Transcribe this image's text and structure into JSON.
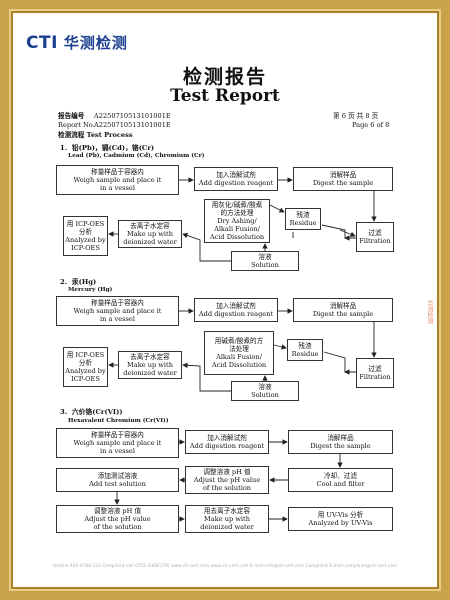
{
  "header": {
    "logo_text": "CTI",
    "logo_cn": "华测检测",
    "title_cn": "检测报告",
    "title_en": "Test Report"
  },
  "meta": {
    "report_no_cn_label": "报告编号",
    "report_no_en_label": "Report No.",
    "report_no_value": "A2250710513101001E",
    "page_cn": "第 6 页    共 8 页",
    "page_en": "Page 6 of 8",
    "process_label": "检测流程 Test Process"
  },
  "sections": [
    {
      "num": "1.",
      "title": "铅(Pb)，镉(Cd)，铬(Cr)",
      "subtitle": "Lead (Pb), Cadmium (Cd), Chromium (Cr)"
    },
    {
      "num": "2.",
      "title": "汞(Hg)",
      "subtitle": "Mercury (Hg)"
    },
    {
      "num": "3.",
      "title": "六价铬(Cr(VI))",
      "subtitle": "Hexavalent Chromium (Cr(VI))"
    }
  ],
  "flow1": {
    "weigh": [
      "称量样品于容器内",
      "Weigh sample and place it",
      "in a vessel"
    ],
    "digest_reagent": [
      "加入消解试剂",
      "Add digestion reagent"
    ],
    "digest": [
      "消解样品",
      "Digest the sample"
    ],
    "ashing": [
      "用灰化/碱煮/酸煮",
      "的方法处理",
      "Dry Ashing/",
      "Alkali Fusion/",
      "Acid Dissolution"
    ],
    "residue": [
      "残渣",
      "Residue"
    ],
    "filtration": [
      "过滤",
      "Filtration"
    ],
    "solution": [
      "溶液",
      "Solution"
    ],
    "makeup": [
      "去离子水定容",
      "Make up with",
      "deionized water"
    ],
    "icp": [
      "用 ICP-OES",
      "分析",
      "Analyzed by",
      "ICP-OES"
    ]
  },
  "flow2": {
    "weigh": [
      "称量样品于容器内",
      "Weigh sample and place it",
      "in a vessel"
    ],
    "digest_reagent": [
      "加入消解试剂",
      "Add digestion reagent"
    ],
    "digest": [
      "消解样品",
      "Digest the sample"
    ],
    "ashing": [
      "用碱煮/酸煮的方",
      "法处理",
      "Alkali Fusion/",
      "Acid Dissolution"
    ],
    "residue": [
      "残渣",
      "Residue"
    ],
    "filtration": [
      "过滤",
      "Filtration"
    ],
    "solution": [
      "溶液",
      "Solution"
    ],
    "makeup": [
      "去离子水定容",
      "Make up with",
      "deionized water"
    ],
    "icp": [
      "用 ICP-OES",
      "分析",
      "Analyzed by",
      "ICP-OES"
    ]
  },
  "flow3": {
    "weigh": [
      "称量样品于容器内",
      "Weigh sample and place it",
      "in a vessel"
    ],
    "digest_reagent": [
      "加入消解试剂",
      "Add digestion reagent"
    ],
    "digest": [
      "消解样品",
      "Digest the sample"
    ],
    "test_solution": [
      "添加测试溶液",
      "Add test solution"
    ],
    "adjust_ph": [
      "调整溶液 pH 值",
      "Adjust the pH value",
      "of the solution"
    ],
    "cool": [
      "冷却、过滤",
      "Cool and filter"
    ],
    "adjust_ph2": [
      "调整溶液 pH 值",
      "Adjust the pH value",
      "of the solution"
    ],
    "makeup": [
      "用去离子水定容",
      "Make up with",
      "deionized water"
    ],
    "uvvis": [
      "用 UV-Vis 分析",
      "Analyzed by UV-Vis"
    ]
  },
  "footer": "Hotline 400-6788-333   Complaint call 0755-33681700   www.cti-cert.com   www.cti-cert.com   E-mail:info@cti-cert.com   Complaint E-mail:complaint@cti-cert.com",
  "side_mark": "华测检测"
}
